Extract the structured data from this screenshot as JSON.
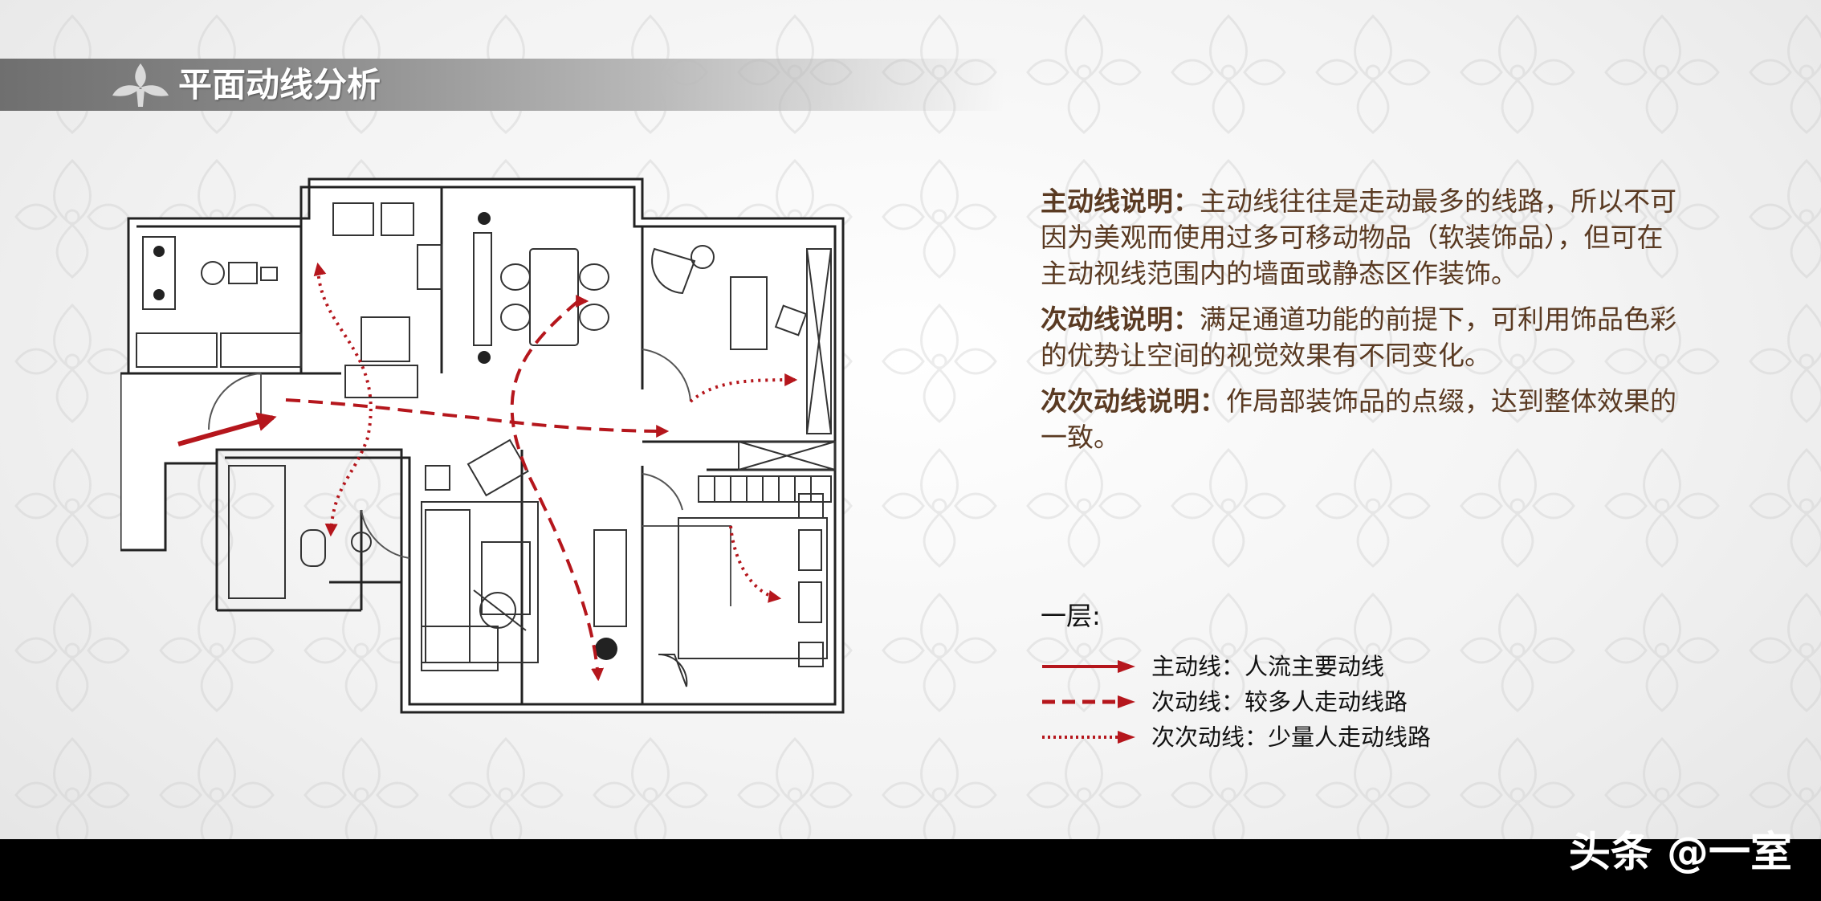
{
  "header": {
    "title": "平面动线分析"
  },
  "notes": [
    {
      "label": "主动线说明：",
      "text": "主动线往往是走动最多的线路，所以不可因为美观而使用过多可移动物品（软装饰品），但可在主动视线范围内的墙面或静态区作装饰。"
    },
    {
      "label": "次动线说明：",
      "text": "满足通道功能的前提下，可利用饰品色彩的优势让空间的视觉效果有不同变化。"
    },
    {
      "label": "次次动线说明：",
      "text": "作局部装饰品的点缀，达到整体效果的一致。"
    }
  ],
  "legend": {
    "title": "一层:",
    "items": [
      {
        "style": "solid",
        "label": "主动线：人流主要动线"
      },
      {
        "style": "dashed",
        "label": "次动线：较多人走动线路"
      },
      {
        "style": "dotted",
        "label": "次次动线：少量人走动线路"
      }
    ]
  },
  "colors": {
    "route": "#b5161c",
    "note_text": "#5a3a22",
    "footer": "#000000",
    "title_text": "#ffffff"
  },
  "footer": {
    "watermark": "头条 @一室"
  }
}
